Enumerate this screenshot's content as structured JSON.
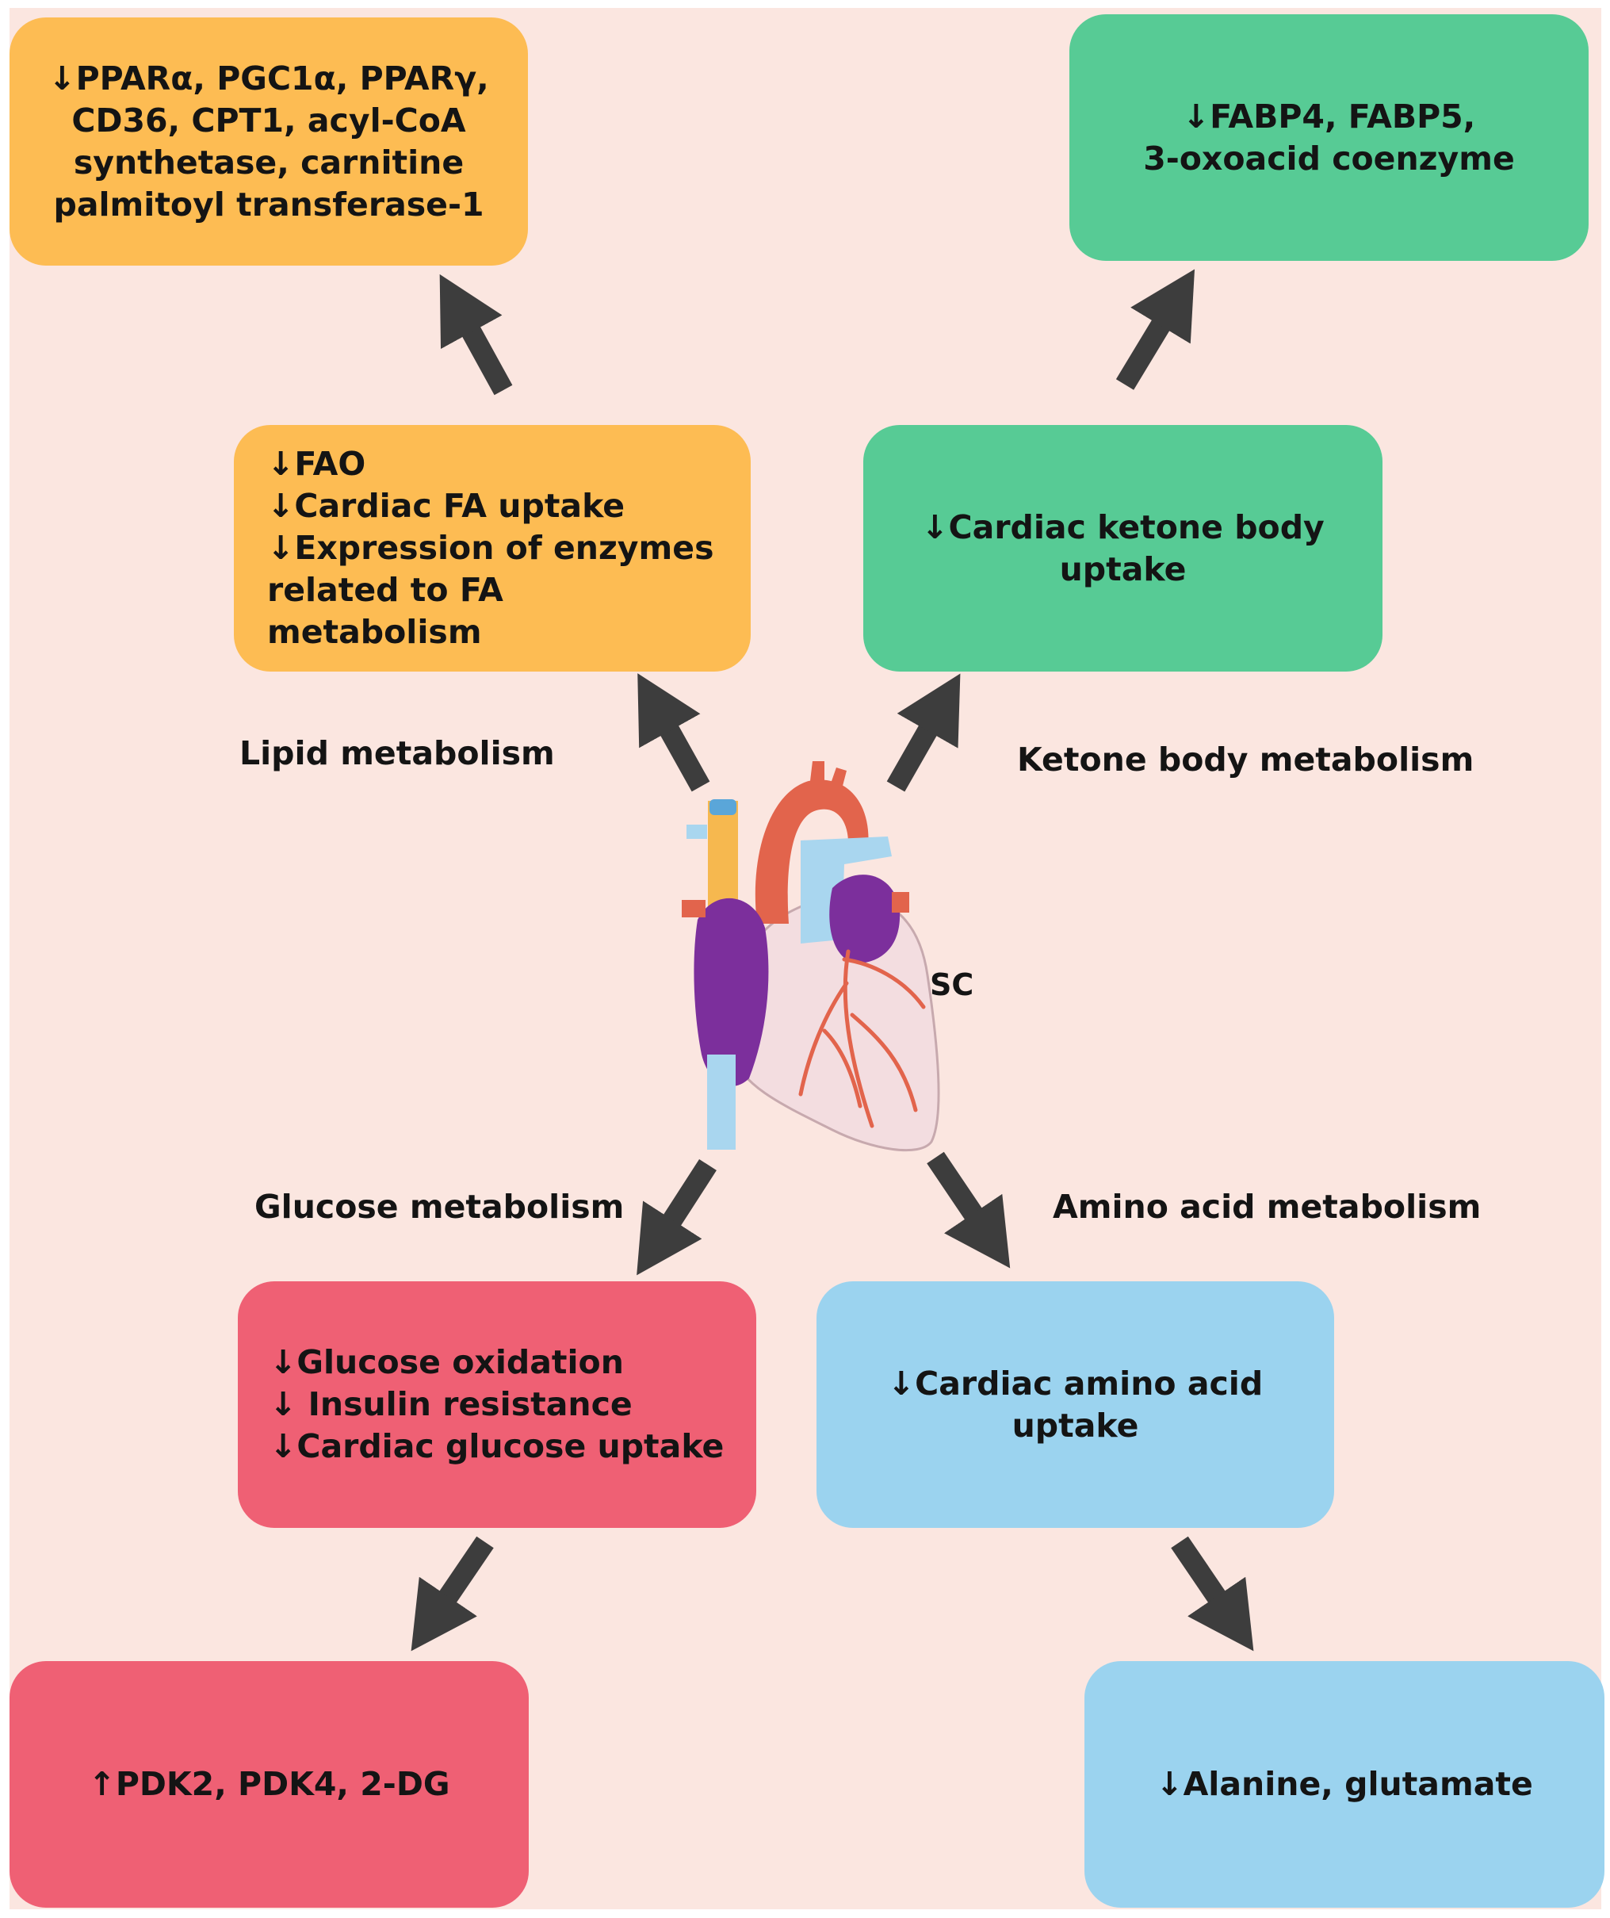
{
  "colors": {
    "background": "#fbe6e0",
    "lipid": "#fdbc53",
    "ketone": "#57cb95",
    "glucose": "#ef6074",
    "amino_acid": "#9bd3ef",
    "arrow": "#3d3d3d"
  },
  "boxes": {
    "lipid_top": "↓PPARα, PGC1α, PPARγ,\nCD36, CPT1, acyl-CoA\nsynthetase, carnitine\npalmitoyl transferase-1",
    "lipid_mid": "↓FAO\n↓Cardiac FA uptake\n↓Expression of enzymes\nrelated to FA metabolism",
    "ketone_top": "↓FABP4, FABP5,\n3-oxoacid coenzyme",
    "ketone_mid": "↓Cardiac ketone body\nuptake",
    "glucose_mid": "↓Glucose oxidation\n↓ Insulin resistance\n↓Cardiac glucose uptake",
    "glucose_bottom": "↑PDK2, PDK4, 2-DG",
    "amino_mid": "↓Cardiac amino acid\nuptake",
    "amino_bottom": "↓Alanine, glutamate"
  },
  "labels": {
    "lipid": "Lipid metabolism",
    "ketone": "Ketone body metabolism",
    "glucose": "Glucose metabolism",
    "amino": "Amino acid metabolism",
    "heart": "SC"
  },
  "heart_icon": "heart-anatomy-illustration"
}
